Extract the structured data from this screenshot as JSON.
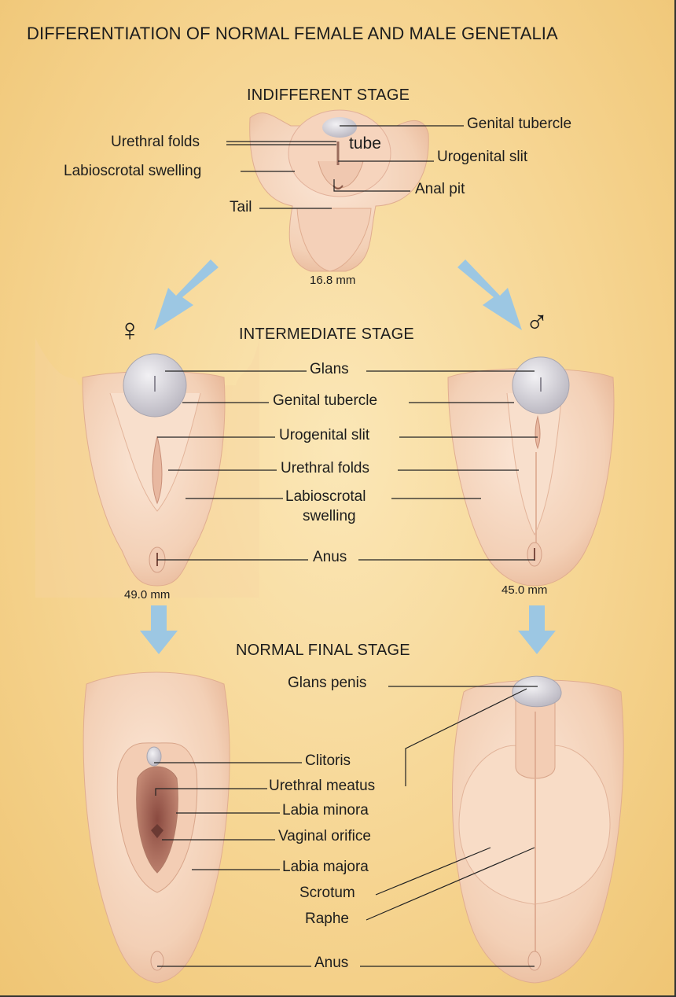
{
  "title": "DIFFERENTIATION OF NORMAL FEMALE AND MALE GENETALIA",
  "stages": {
    "indifferent": {
      "heading": "INDIFFERENT STAGE",
      "labels": {
        "genital_tubercle": "Genital tubercle",
        "urethral_folds": "Urethral folds",
        "tube": "tube",
        "urogenital_slit": "Urogenital slit",
        "labioscrotal_swelling": "Labioscrotal swelling",
        "anal_pit": "Anal pit",
        "tail": "Tail"
      },
      "size": "16.8 mm"
    },
    "intermediate": {
      "heading": "INTERMEDIATE STAGE",
      "female_symbol": "♀",
      "male_symbol": "♂",
      "labels": {
        "glans": "Glans",
        "genital_tubercle": "Genital tubercle",
        "urogenital_slit": "Urogenital slit",
        "urethral_folds": "Urethral folds",
        "labioscrotal_line1": "Labioscrotal",
        "labioscrotal_line2": "swelling",
        "anus": "Anus"
      },
      "female_size": "49.0 mm",
      "male_size": "45.0 mm"
    },
    "final": {
      "heading": "NORMAL FINAL STAGE",
      "labels": {
        "glans_penis": "Glans penis",
        "clitoris": "Clitoris",
        "urethral_meatus": "Urethral meatus",
        "labia_minora": "Labia minora",
        "vaginal_orifice": "Vaginal orifice",
        "labia_majora": "Labia majora",
        "scrotum": "Scrotum",
        "raphe": "Raphe",
        "anus": "Anus"
      }
    }
  },
  "colors": {
    "background": "#f6d592",
    "skin": "#f7d9c4",
    "skin_shadow": "#e7b79c",
    "glans": "#d8d6dc",
    "arrow": "#9cc7e3",
    "leader": "#222222"
  }
}
